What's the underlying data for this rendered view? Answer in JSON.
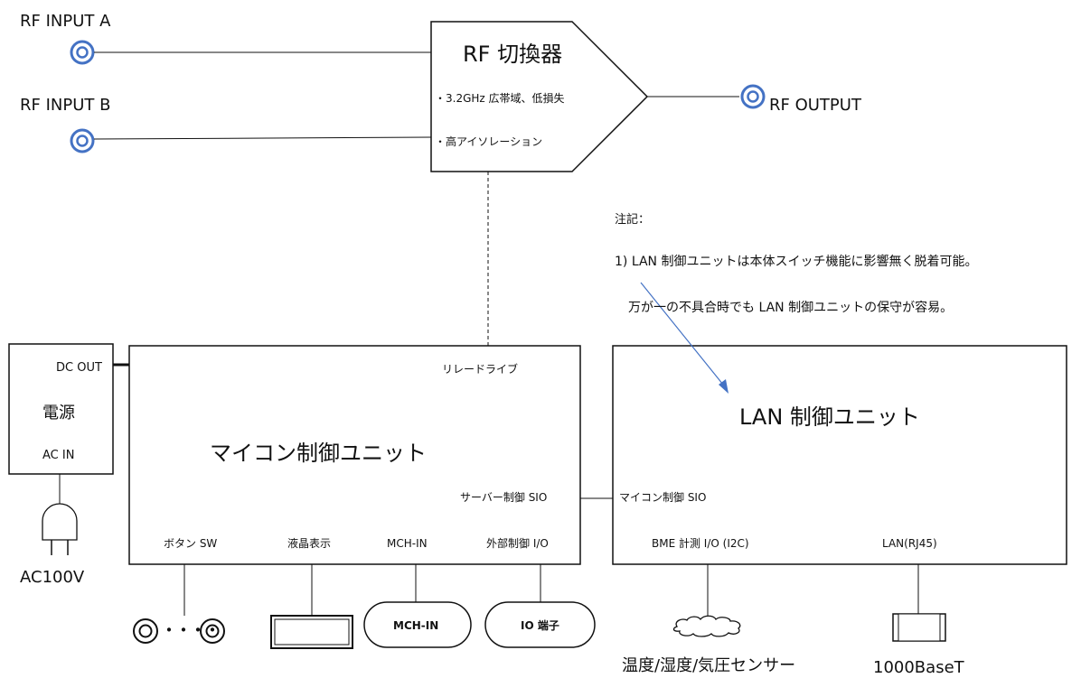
{
  "rf_switch": {
    "title": "RF 切換器",
    "feature1": "・3.2GHz 広帯域、低損失",
    "feature2": "・高アイソレーション"
  },
  "rf_inputs": {
    "a": "RF INPUT A",
    "b": "RF INPUT B"
  },
  "rf_output": "RF OUTPUT",
  "note": {
    "heading": "注記：",
    "line1": "1) LAN 制御ユニットは本体スイッチ機能に影響無く脱着可能。",
    "line2": "万が一の不具合時でも LAN 制御ユニットの保守が容易。"
  },
  "power": {
    "dc_out": "DC OUT",
    "name": "電源",
    "ac_in": "AC IN",
    "plug": "AC100V"
  },
  "mcu": {
    "title": "マイコン制御ユニット",
    "relay_drive": "リレードライブ",
    "server_sio": "サーバー制御 SIO",
    "button_sw": "ボタン SW",
    "lcd": "液晶表示",
    "mch_in": "MCH-IN",
    "ext_io": "外部制御 I/O"
  },
  "lan": {
    "title": "LAN 制御ユニット",
    "mcu_sio": "マイコン制御 SIO",
    "bme": "BME 計測 I/O (I2C)",
    "lan_port": "LAN(RJ45)"
  },
  "peripherals": {
    "buttons_dots": "・・・・",
    "mch_in_conn": "MCH-IN",
    "io_term": "IO 端子",
    "sensor": "温度/湿度/気圧センサー",
    "ethernet": "1000BaseT"
  }
}
